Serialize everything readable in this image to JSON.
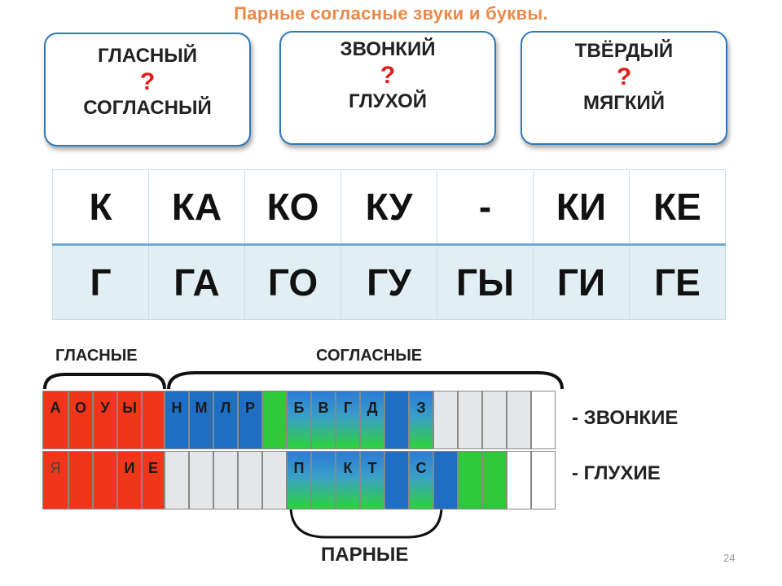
{
  "title": "Парные  согласные  звуки и буквы.",
  "boxes": [
    {
      "top": "ГЛАСНЫЙ",
      "q": "?",
      "bottom": "СОГЛАСНЫЙ"
    },
    {
      "top": "ЗВОНКИЙ",
      "q": "?",
      "bottom": "ГЛУХОЙ"
    },
    {
      "top": "ТВЁРДЫЙ",
      "q": "?",
      "bottom": "МЯГКИЙ"
    }
  ],
  "syllables": {
    "row1": [
      "К",
      "КА",
      "КО",
      "КУ",
      "-",
      "КИ",
      "КЕ"
    ],
    "row2": [
      "Г",
      "ГА",
      "ГО",
      "ГУ",
      "ГЫ",
      "ГИ",
      "ГЕ"
    ]
  },
  "labels": {
    "vowels": "ГЛАСНЫЕ",
    "consonants": "СОГЛАСНЫЕ",
    "voiced": "-  ЗВОНКИЕ",
    "voiceless": "-  ГЛУХИЕ",
    "paired": "ПАРНЫЕ"
  },
  "letters": {
    "top": [
      "А",
      "О",
      "У",
      "Ы",
      "",
      "Н",
      "М",
      "Л",
      "Р",
      "",
      "Б",
      "В",
      "Г",
      "Д",
      "",
      "З",
      "",
      "",
      "",
      "",
      ""
    ],
    "bottom": [
      "Я",
      "",
      "",
      "И",
      "Е",
      "",
      "",
      "",
      "",
      "",
      "П",
      "",
      "К",
      "Т",
      "",
      "С",
      "",
      "",
      "",
      "",
      ""
    ]
  },
  "colors": {
    "vowels": "#f0361a",
    "voiced_unpaired": "#1e6fc3",
    "voiceless": "#2ec83a",
    "neutral": "#e4e6e8"
  },
  "page_number": "24"
}
